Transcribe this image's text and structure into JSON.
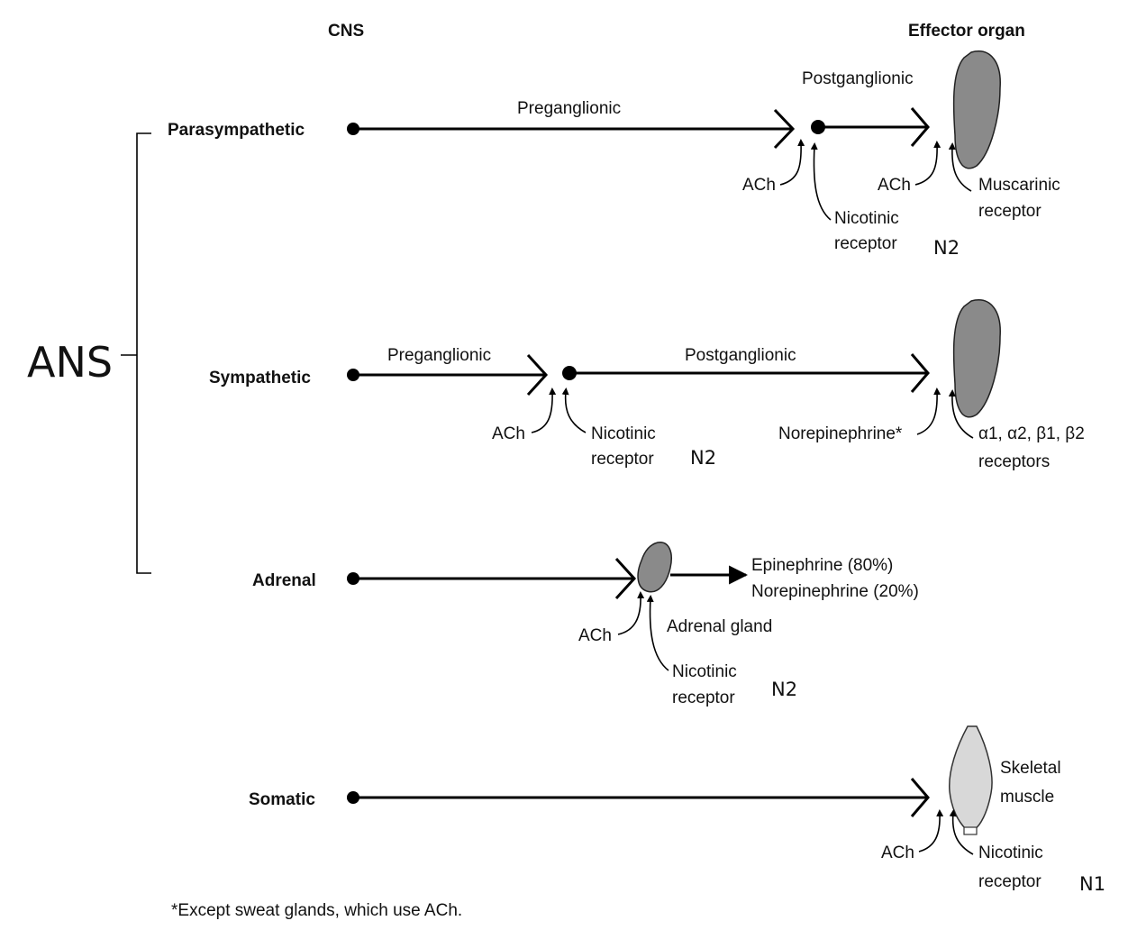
{
  "header": {
    "cns": "CNS",
    "effector": "Effector organ"
  },
  "ans_label": "ANS",
  "rows": {
    "parasympathetic": {
      "name": "Parasympathetic",
      "pre": "Preganglionic",
      "post": "Postganglionic",
      "ach1": "ACh",
      "ach2": "ACh",
      "nic1": "Nicotinic",
      "nic2": "receptor",
      "musc1": "Muscarinic",
      "musc2": "receptor",
      "n": "N2"
    },
    "sympathetic": {
      "name": "Sympathetic",
      "pre": "Preganglionic",
      "post": "Postganglionic",
      "ach": "ACh",
      "nic1": "Nicotinic",
      "nic2": "receptor",
      "n": "N2",
      "ne": "Norepinephrine*",
      "rec1": "α1, α2, β1, β2",
      "rec2": "receptors"
    },
    "adrenal": {
      "name": "Adrenal",
      "epi": "Epinephrine (80%)",
      "norepi": "Norepinephrine (20%)",
      "gland": "Adrenal gland",
      "ach": "ACh",
      "nic1": "Nicotinic",
      "nic2": "receptor",
      "n": "N2"
    },
    "somatic": {
      "name": "Somatic",
      "sk1": "Skeletal",
      "sk2": "muscle",
      "ach": "ACh",
      "nic1": "Nicotinic",
      "nic2": "receptor",
      "n": "N1"
    }
  },
  "footnote": "*Except sweat glands, which use ACh."
}
